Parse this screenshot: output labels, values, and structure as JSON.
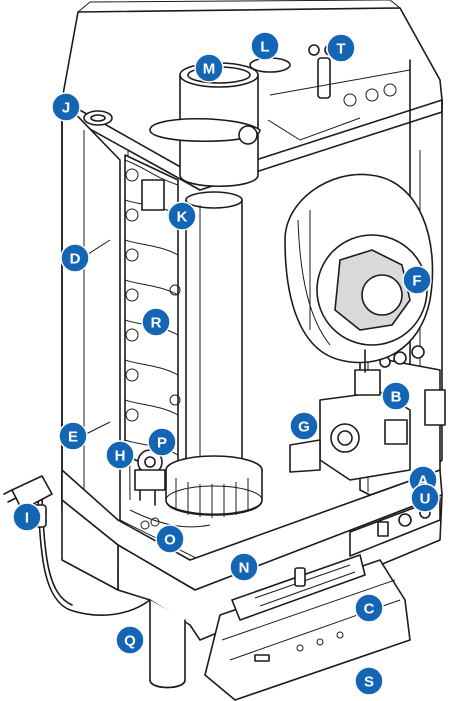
{
  "diagram": {
    "labels": [
      "A",
      "B",
      "C",
      "D",
      "E",
      "F",
      "G",
      "H",
      "I",
      "J",
      "K",
      "L",
      "M",
      "N",
      "O",
      "P",
      "Q",
      "R",
      "S",
      "T",
      "U"
    ],
    "badge_color": "#1565b5",
    "line_color": "#1c1c1c"
  }
}
